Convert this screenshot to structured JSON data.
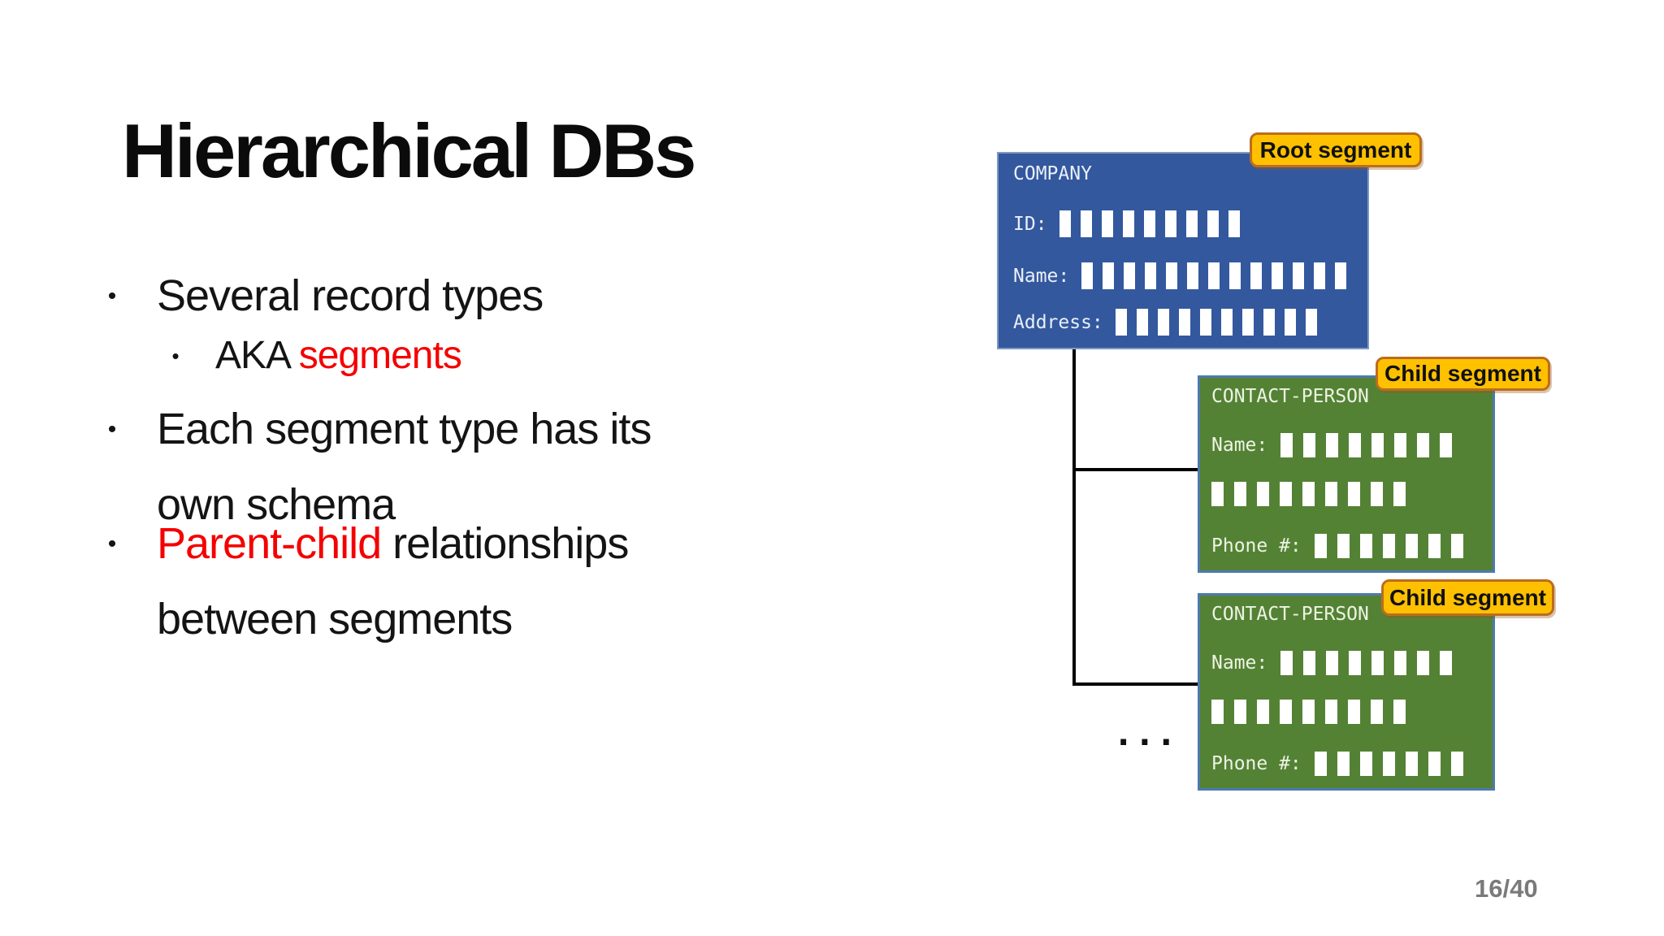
{
  "slide": {
    "title": "Hierarchical DBs",
    "page_number": "16/40"
  },
  "bullets": {
    "b1": "Several record types",
    "sub1_prefix": "AKA ",
    "sub1_red": "segments",
    "b2_line1": "Each segment type has its",
    "b2_line2": "own schema",
    "b3_red": "Parent-child",
    "b3_rest": " relationships",
    "b3_line2": "between segments"
  },
  "diagram": {
    "root_label": "Root segment",
    "child_label_1": "Child segment",
    "child_label_2": "Child segment",
    "ellipsis": "...",
    "company": {
      "title": "COMPANY",
      "rows": [
        {
          "label": "ID:",
          "blocks": 9
        },
        {
          "label": "Name:",
          "blocks": 13
        },
        {
          "label": "Address:",
          "blocks": 10
        }
      ]
    },
    "contact1": {
      "title": "CONTACT-PERSON",
      "rows": [
        {
          "label": "Name:",
          "blocks": 8
        },
        {
          "label": "",
          "blocks": 9
        },
        {
          "label": "Phone #:",
          "blocks": 7
        }
      ]
    },
    "contact2": {
      "title": "CONTACT-PERSON",
      "rows": [
        {
          "label": "Name:",
          "blocks": 8
        },
        {
          "label": "",
          "blocks": 9
        },
        {
          "label": "Phone #:",
          "blocks": 7
        }
      ]
    }
  },
  "colors": {
    "accent_red": "#F50000",
    "company_fill": "#33589E",
    "company_border": "#8099C0",
    "contact_fill": "#548235",
    "contact_border": "#4D7AAD",
    "tag_fill": "#FFC000",
    "tag_border": "#BC6D1E",
    "connector": "#000000",
    "page_number_gray": "#7A7A7A"
  }
}
